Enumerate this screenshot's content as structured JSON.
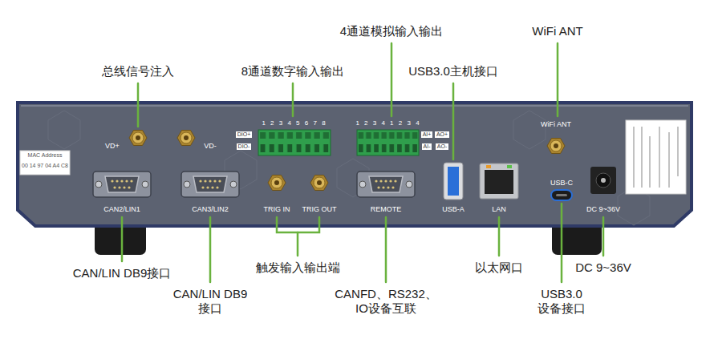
{
  "diagram": {
    "labels": [
      "总线信号注入",
      "8通道数字输入输出",
      "4通道模拟输入输出",
      "USB3.0主机接口",
      "WiFi ANT",
      "CAN/LIN DB9接口",
      "CAN/LIN DB9 接口",
      "触发输入输出端",
      "CANFD、RS232、 IO设备互联",
      "以太网口",
      "USB3.0 设备接口",
      "DC 9~36V",
      "VD+",
      "VD-",
      "1 2 3 4 5 6 7 8",
      "DIO+",
      "DIO-",
      "1 2 3 4 1 2 3 4",
      "AI+",
      "AO+",
      "AI-",
      "AO-",
      "CAN2/LIN1",
      "CAN3/LIN2",
      "TRIG IN",
      "TRIG OUT",
      "REMOTE",
      "USB-A",
      "LAN",
      "USB-C",
      "DC 9~36V",
      "WiFi ANT",
      "MAC Address",
      "00 14 97 04 A4 C8"
    ]
  }
}
